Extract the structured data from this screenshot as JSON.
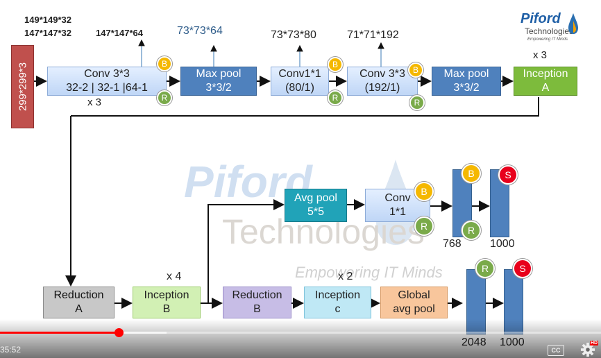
{
  "input_label": "299*299*3",
  "top_dims": {
    "d1": "149*149*32",
    "d2": "147*147*32",
    "d3": "147*147*64",
    "d4": "73*73*64",
    "d5": "73*73*80",
    "d6": "71*71*192"
  },
  "top_row": {
    "conv3": {
      "l1": "Conv 3*3",
      "l2": "32-2 | 32-1 |64-1"
    },
    "mp1": {
      "l1": "Max pool",
      "l2": "3*3/2"
    },
    "conv1": {
      "l1": "Conv1*1",
      "l2": "(80/1)"
    },
    "conv3b": {
      "l1": "Conv 3*3",
      "l2": "(192/1)"
    },
    "mp2": {
      "l1": "Max pool",
      "l2": "3*3/2"
    },
    "incA": {
      "l1": "Inception",
      "l2": "A"
    },
    "x3_a": "x 3",
    "x3_b": "x 3"
  },
  "aux": {
    "avgpool": {
      "l1": "Avg pool",
      "l2": "5*5"
    },
    "conv": {
      "l1": "Conv",
      "l2": "1*1"
    },
    "n768": "768",
    "n1000": "1000"
  },
  "bottom_row": {
    "redA": {
      "l1": "Reduction",
      "l2": "A"
    },
    "incB": {
      "l1": "Inception",
      "l2": "B"
    },
    "redB": {
      "l1": "Reduction",
      "l2": "B"
    },
    "incC": {
      "l1": "Inception",
      "l2": "c"
    },
    "gap": {
      "l1": "Global",
      "l2": "avg pool"
    },
    "x4": "x 4",
    "x2": "x 2",
    "n2048": "2048",
    "n1000": "1000"
  },
  "badges": {
    "b": "B",
    "r": "R",
    "s": "S"
  },
  "watermark": {
    "logo": "Piford",
    "sub": "Technologies",
    "tag": "Empowering IT Minds"
  },
  "logo": {
    "name": "Piford",
    "sub": "Technologies",
    "tag": "Empowering IT Minds"
  },
  "player": {
    "time": "35:52",
    "cc": "CC",
    "hd": "HD",
    "progress": 0.2
  },
  "colors": {
    "darkblue": "#4f81bd",
    "green": "#7dbb3c",
    "teal": "#21a3b8",
    "progress": "#ff0000"
  }
}
